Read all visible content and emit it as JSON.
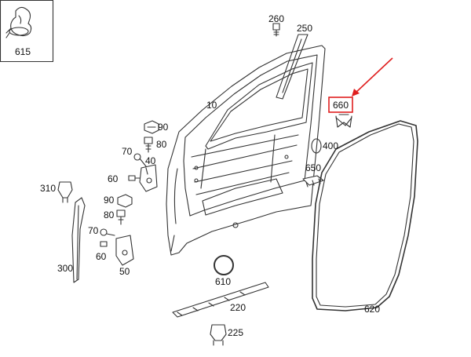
{
  "inset": {
    "part_number": "615"
  },
  "callouts": [
    {
      "id": "260",
      "text": "260"
    },
    {
      "id": "250",
      "text": "250"
    },
    {
      "id": "10",
      "text": "10"
    },
    {
      "id": "660",
      "text": "660",
      "highlighted": true
    },
    {
      "id": "90a",
      "text": "90"
    },
    {
      "id": "80a",
      "text": "80"
    },
    {
      "id": "70a",
      "text": "70"
    },
    {
      "id": "40",
      "text": "40"
    },
    {
      "id": "60a",
      "text": "60"
    },
    {
      "id": "400",
      "text": "400"
    },
    {
      "id": "650",
      "text": "650"
    },
    {
      "id": "310",
      "text": "310"
    },
    {
      "id": "90b",
      "text": "90"
    },
    {
      "id": "80b",
      "text": "80"
    },
    {
      "id": "70b",
      "text": "70"
    },
    {
      "id": "60b",
      "text": "60"
    },
    {
      "id": "50",
      "text": "50"
    },
    {
      "id": "300",
      "text": "300"
    },
    {
      "id": "610",
      "text": "610"
    },
    {
      "id": "220",
      "text": "220"
    },
    {
      "id": "620",
      "text": "620"
    },
    {
      "id": "225",
      "text": "225"
    }
  ],
  "colors": {
    "line": "#333333",
    "highlight": "#e02020",
    "text": "#111111"
  }
}
